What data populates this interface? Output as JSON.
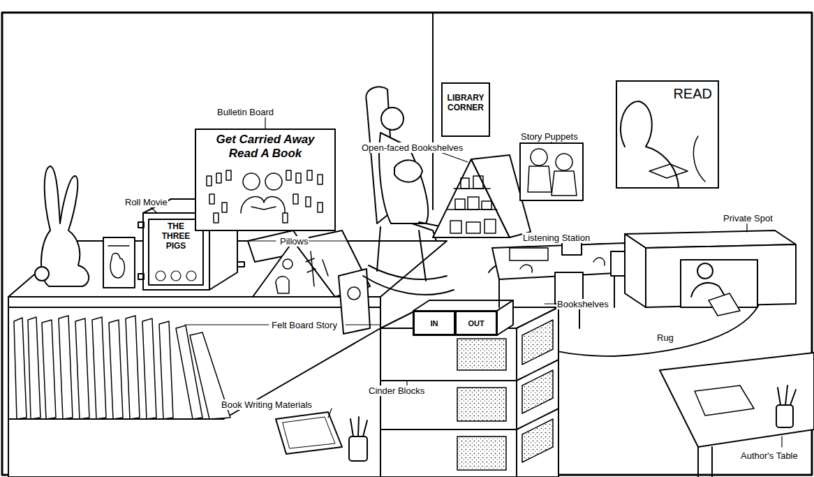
{
  "diagram": {
    "nodes": [
      {
        "text": [
          "Get Carried Away Read A Book"
        ]
      },
      {
        "text": [
          "LIBRARY CORNER"
        ]
      },
      {
        "text": [
          "READ"
        ]
      },
      {
        "text": [
          "THE THREE PIGS"
        ]
      },
      {
        "text": [
          "IN"
        ]
      },
      {
        "text": [
          "OUT"
        ]
      }
    ],
    "labels": [
      "Bulletin Board",
      "Roll Movie",
      "Open-faced Bookshelves",
      "Story Puppets",
      "Private Spot",
      "Listening Station",
      "Pillows",
      "Felt Board Story",
      "Rug",
      "Bookshelves",
      "Cinder Blocks",
      "Book Writing Materials",
      "Author's Table"
    ]
  }
}
